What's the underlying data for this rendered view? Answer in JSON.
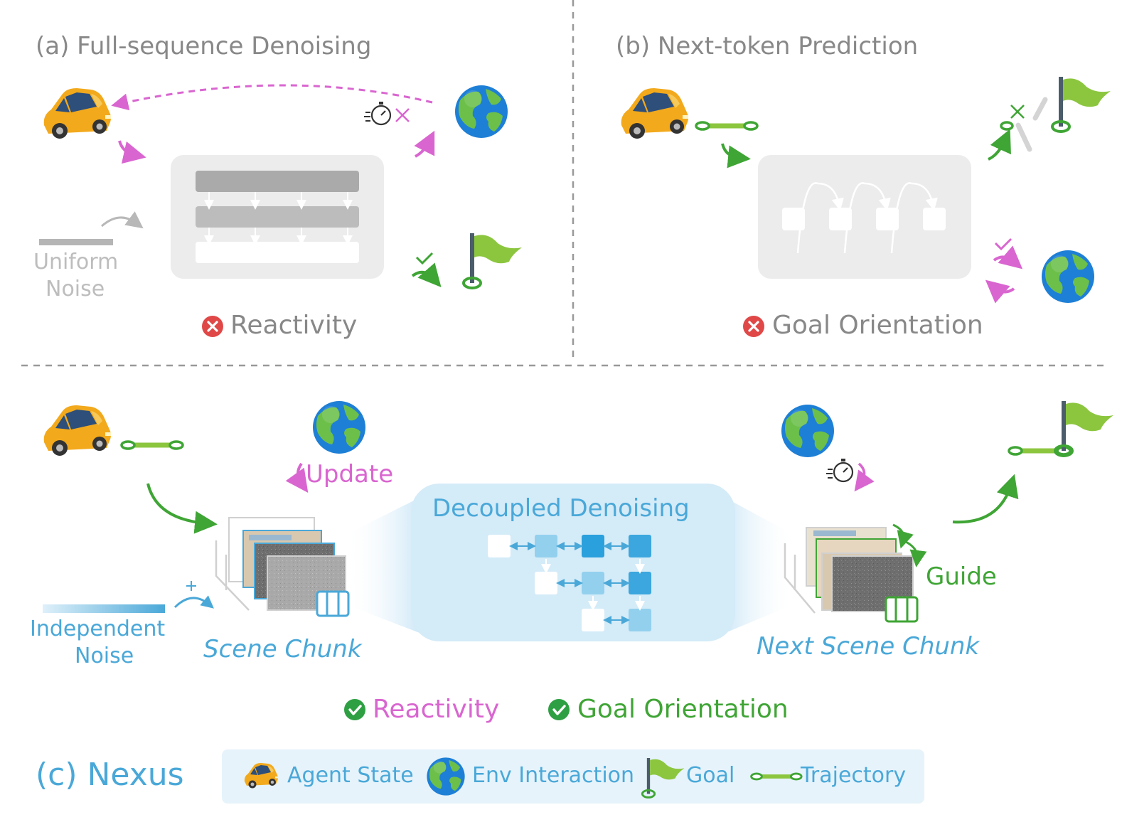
{
  "panel_a": {
    "title": "(a) Full-sequence Denoising",
    "noise_label_1": "Uniform",
    "noise_label_2": "Noise",
    "verdict": "Reactivity"
  },
  "panel_b": {
    "title": "(b) Next-token Prediction",
    "verdict": "Goal Orientation"
  },
  "panel_c": {
    "title": "(c) Nexus",
    "update_label": "Update",
    "center_title": "Decoupled Denoising",
    "noise_label_1": "Independent",
    "noise_label_2": "Noise",
    "chunk_label": "Scene Chunk",
    "next_chunk_label": "Next Scene Chunk",
    "guide_label": "Guide",
    "check_reactivity": "Reactivity",
    "check_goal": "Goal Orientation"
  },
  "legend": {
    "agent": "Agent State",
    "env": "Env Interaction",
    "goal": "Goal",
    "trajectory": "Trajectory"
  },
  "colors": {
    "pink": "#d966d0",
    "green": "#3fa535",
    "blue": "#4aa8d8",
    "gray_text": "#888888",
    "light_gray_text": "#bdbdbd",
    "red": "#e04848"
  }
}
